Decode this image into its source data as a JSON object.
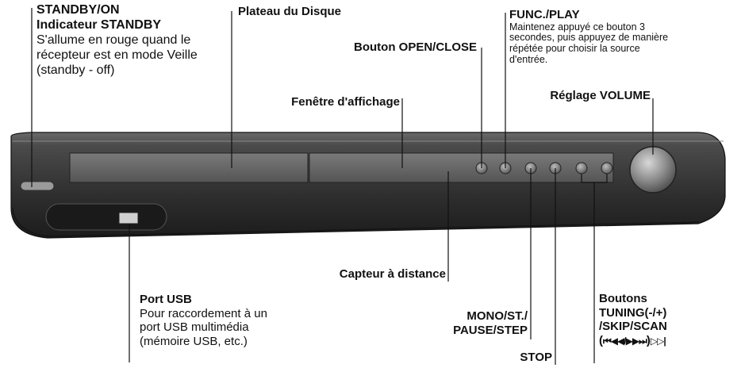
{
  "labels": {
    "standby": {
      "title": "STANDBY/ON",
      "subtitle": "Indicateur STANDBY",
      "desc": [
        "S'allume en rouge quand le",
        "récepteur est en mode Veille",
        "(standby - off)"
      ]
    },
    "disc_tray": {
      "title": "Plateau du Disque"
    },
    "open_close": {
      "title": "Bouton OPEN/CLOSE"
    },
    "func_play": {
      "title": "FUNC./PLAY",
      "desc": [
        "Maintenez appuyé ce bouton 3",
        "secondes, puis appuyez de manière",
        "répétée pour choisir la source",
        "d'entrée."
      ]
    },
    "display_window": {
      "title": "Fenêtre d'affichage"
    },
    "volume": {
      "title": "Réglage VOLUME"
    },
    "remote_sensor": {
      "title": "Capteur à distance"
    },
    "usb_port": {
      "title": "Port USB",
      "desc": [
        "Pour raccordement à un",
        "port USB multimédia",
        "(mémoire USB, etc.)"
      ]
    },
    "mono_st": {
      "line1": "MONO/ST./",
      "line2": "PAUSE/STEP"
    },
    "stop": {
      "title": "STOP"
    },
    "tuning": {
      "line1": "Boutons",
      "line2": "TUNING(-/+)",
      "line3": "/SKIP/SCAN",
      "line4_open": "(",
      "line4_glyphs": "⏮◀◀/▶▶⏭",
      "line4_close": ")",
      "line4_faded": "▷▷|"
    }
  }
}
